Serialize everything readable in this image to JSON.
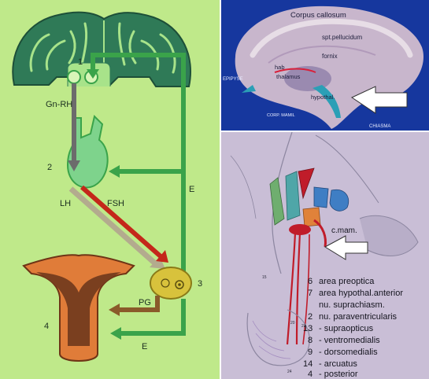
{
  "left_panel": {
    "labels": {
      "num_1": "1",
      "gnrh": "Gn-RH",
      "num_2": "2",
      "e_upper": "E",
      "lh": "LH",
      "fsh": "FSH",
      "num_3": "3",
      "num_4": "4",
      "pg": "PG",
      "e_lower": "E"
    },
    "colors": {
      "background": "#bfe98a",
      "brain": "#2f7a57",
      "green_arrow": "#3aa34a",
      "gray_arrow": "#6c6c6c",
      "lh_arrow": "#b3ab8e",
      "fsh_arrow": "#c4271a",
      "ovary": "#d8c23c",
      "uterus_outer": "#e07c39",
      "uterus_inner": "#7a3f1f",
      "pg_arrow": "#8a5a2a"
    }
  },
  "top_right_panel": {
    "labels": {
      "corpus_callosum": "Corpus callosum",
      "spt_pellucidum": "spt.pellucidum",
      "fornix": "fornix",
      "hab": "hab",
      "thalamus": "thalamus",
      "epiphyse": "EPIPYSE",
      "hypothal": "hypothal.",
      "corp_mamil": "CORP. MAMIL",
      "chiasma": "CHIASMA"
    }
  },
  "bottom_right_panel": {
    "labels": {
      "c_mam": "c.mam.",
      "n15": "15",
      "n20": "20",
      "n21": "21",
      "n24": "24"
    },
    "legend": [
      {
        "num": "6",
        "text": "area preoptica"
      },
      {
        "num": "7",
        "text": "area hypothal.anterior"
      },
      {
        "num": "",
        "text": "nu. suprachiasm."
      },
      {
        "num": "2",
        "text": "nu. paraventricularis"
      },
      {
        "num": "13",
        "text": "- supraopticus"
      },
      {
        "num": "8",
        "text": "- ventromedialis"
      },
      {
        "num": "9",
        "text": "- dorsomedialis"
      },
      {
        "num": "14",
        "text": "- arcuatus"
      },
      {
        "num": "4",
        "text": "- posterior"
      }
    ]
  }
}
